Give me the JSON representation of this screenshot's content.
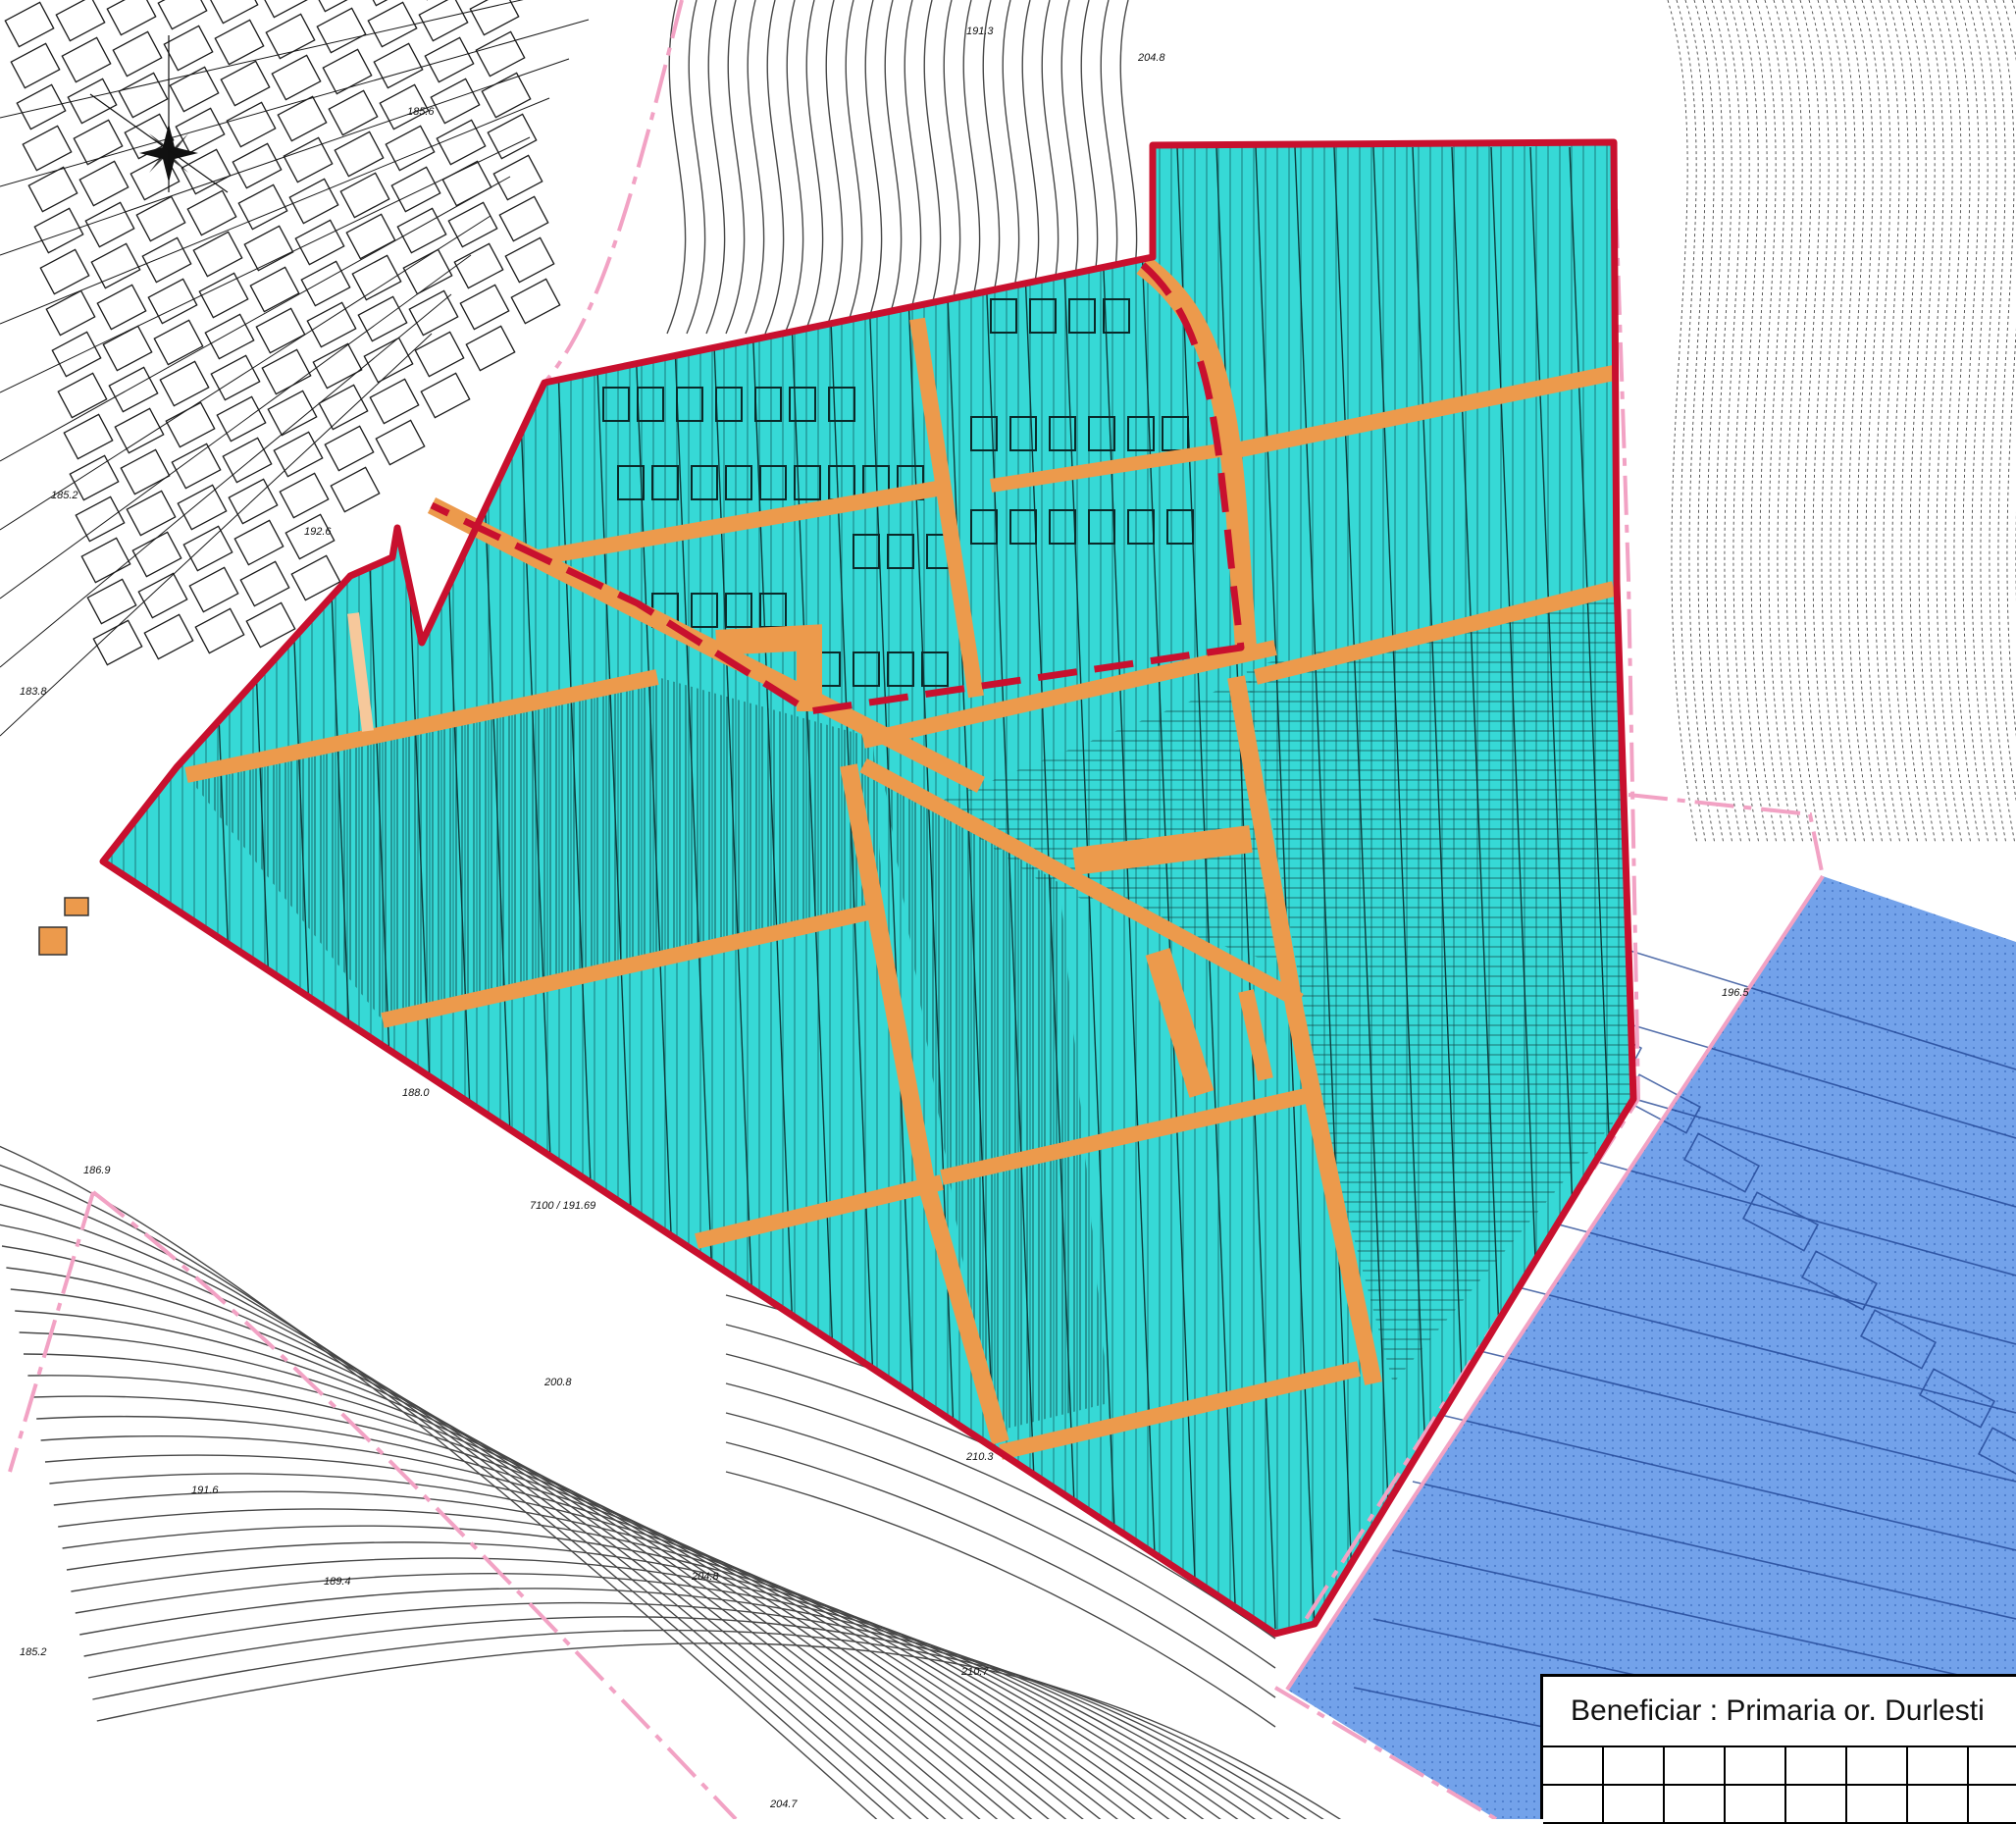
{
  "colors": {
    "parcel_fill": "#36d9d6",
    "road_fill": "#ec9a4c",
    "adjacent_zone_fill": "#5a92e6",
    "boundary_red": "#c8102e",
    "boundary_pink": "#f2a2c4",
    "line_black": "#1a1a1a"
  },
  "map": {
    "labels": {
      "elevation_191_3": "191.3",
      "elevation_204_8_top": "204.8",
      "elevation_185_6": "185.6",
      "elevation_192_6": "192.6",
      "elevation_185_2": "185.2",
      "elevation_183_8": "183.8",
      "elevation_186_9": "186.9",
      "elevation_200_8": "200.8",
      "elevation_191_6": "191.6",
      "elevation_189_4": "189.4",
      "elevation_204_8_bottom": "204.8",
      "elevation_210_7": "210.7",
      "elevation_204_7": "204.7",
      "elevation_185_2_bottom": "185.2",
      "elevation_210_3": "210.3",
      "elevation_188_0": "188.0",
      "elevation_191_69": "7100 / 191.69",
      "elevation_196_5": "196.5"
    },
    "north_arrow_icon": "compass-rose-icon"
  },
  "title_block": {
    "beneficiar": "Beneficiar : Primaria or. Durlesti"
  }
}
